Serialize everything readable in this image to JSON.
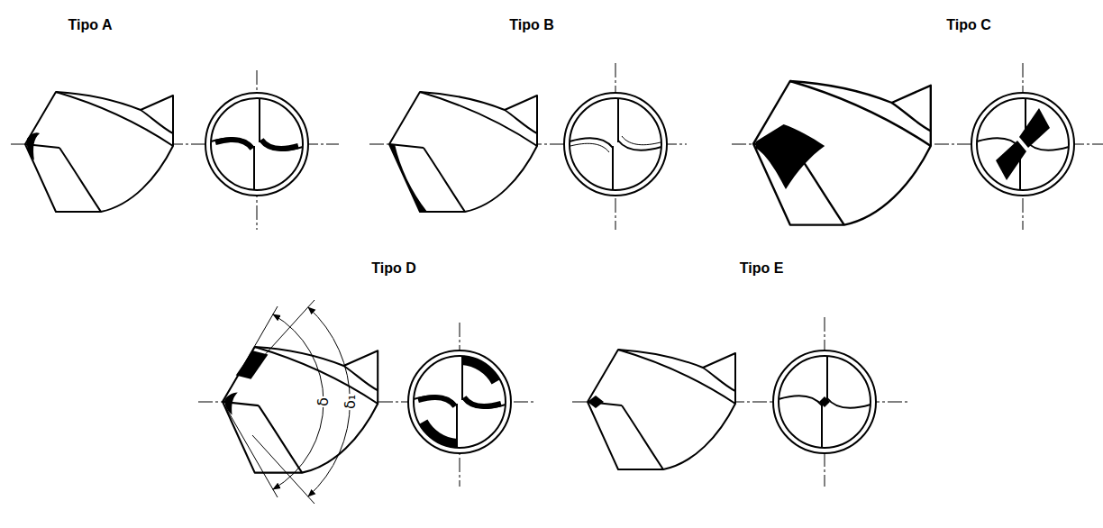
{
  "diagram": {
    "labels": [
      "Tipo A",
      "Tipo B",
      "Tipo C",
      "Tipo D",
      "Tipo E",
      "δ",
      "δ₁"
    ]
  }
}
